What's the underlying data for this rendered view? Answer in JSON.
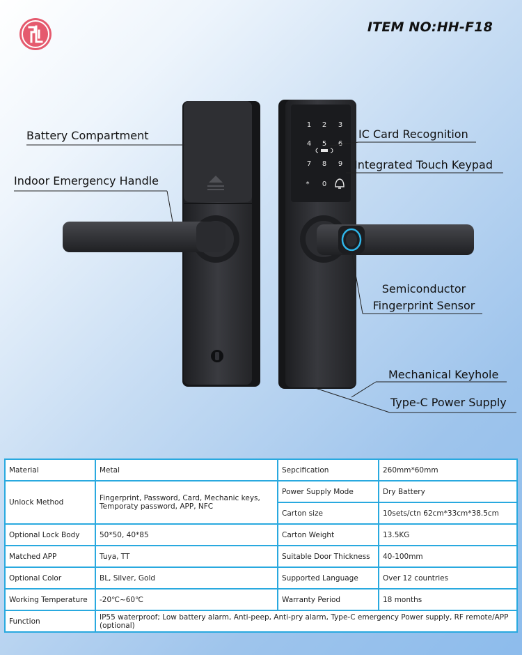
{
  "header": {
    "item_no": "ITEM NO:HH-F18",
    "logo_icon": "brand-seal-icon",
    "logo_color": "#e55a6e"
  },
  "keypad": {
    "keys": [
      "1",
      "2",
      "3",
      "4",
      "5",
      "6",
      "7",
      "8",
      "9",
      "*",
      "0",
      "bell"
    ]
  },
  "callouts": {
    "battery": "Battery Compartment",
    "handle": "Indoor Emergency Handle",
    "ic_card": "IC Card Recognition",
    "keypad": "Integrated Touch Keypad",
    "fp_line1": "Semiconductor",
    "fp_line2": "Fingerprint Sensor",
    "keyhole": "Mechanical Keyhole",
    "typec": "Type-C Power Supply"
  },
  "specs": {
    "material_label": "Material",
    "material_value": "Metal",
    "spec_label": "Sepcification",
    "spec_value": "260mm*60mm",
    "unlock_label": "Unlock Method",
    "unlock_value": "Fingerprint, Password, Card, Mechanic keys, Temporaty password, APP, NFC",
    "power_label": "Power Supply Mode",
    "power_value": "Dry Battery",
    "carton_size_label": "Carton size",
    "carton_size_value": "10sets/ctn 62cm*33cm*38.5cm",
    "lockbody_label": "Optional Lock Body",
    "lockbody_value": "50*50, 40*85",
    "carton_weight_label": "Carton Weight",
    "carton_weight_value": "13.5KG",
    "app_label": "Matched APP",
    "app_value": "Tuya, TT",
    "door_label": "Suitable Door Thickness",
    "door_value": "40-100mm",
    "color_label": "Optional Color",
    "color_value": "BL, Silver, Gold",
    "language_label": "Supported Language",
    "language_value": "Over 12 countries",
    "temp_label": "Working Temperature",
    "temp_value": "-20℃~60℃",
    "warranty_label": "Warranty Period",
    "warranty_value": "18 months",
    "function_label": "Function",
    "function_value": "IP55 waterproof; Low battery alarm, Anti-peep, Anti-pry alarm, Type-C emergency Power supply, RF remote/APP (optional)"
  },
  "colors": {
    "table_border": "#29a9df",
    "lock_body": "#2b2c30",
    "sensor_ring": "#2fb6ea"
  }
}
